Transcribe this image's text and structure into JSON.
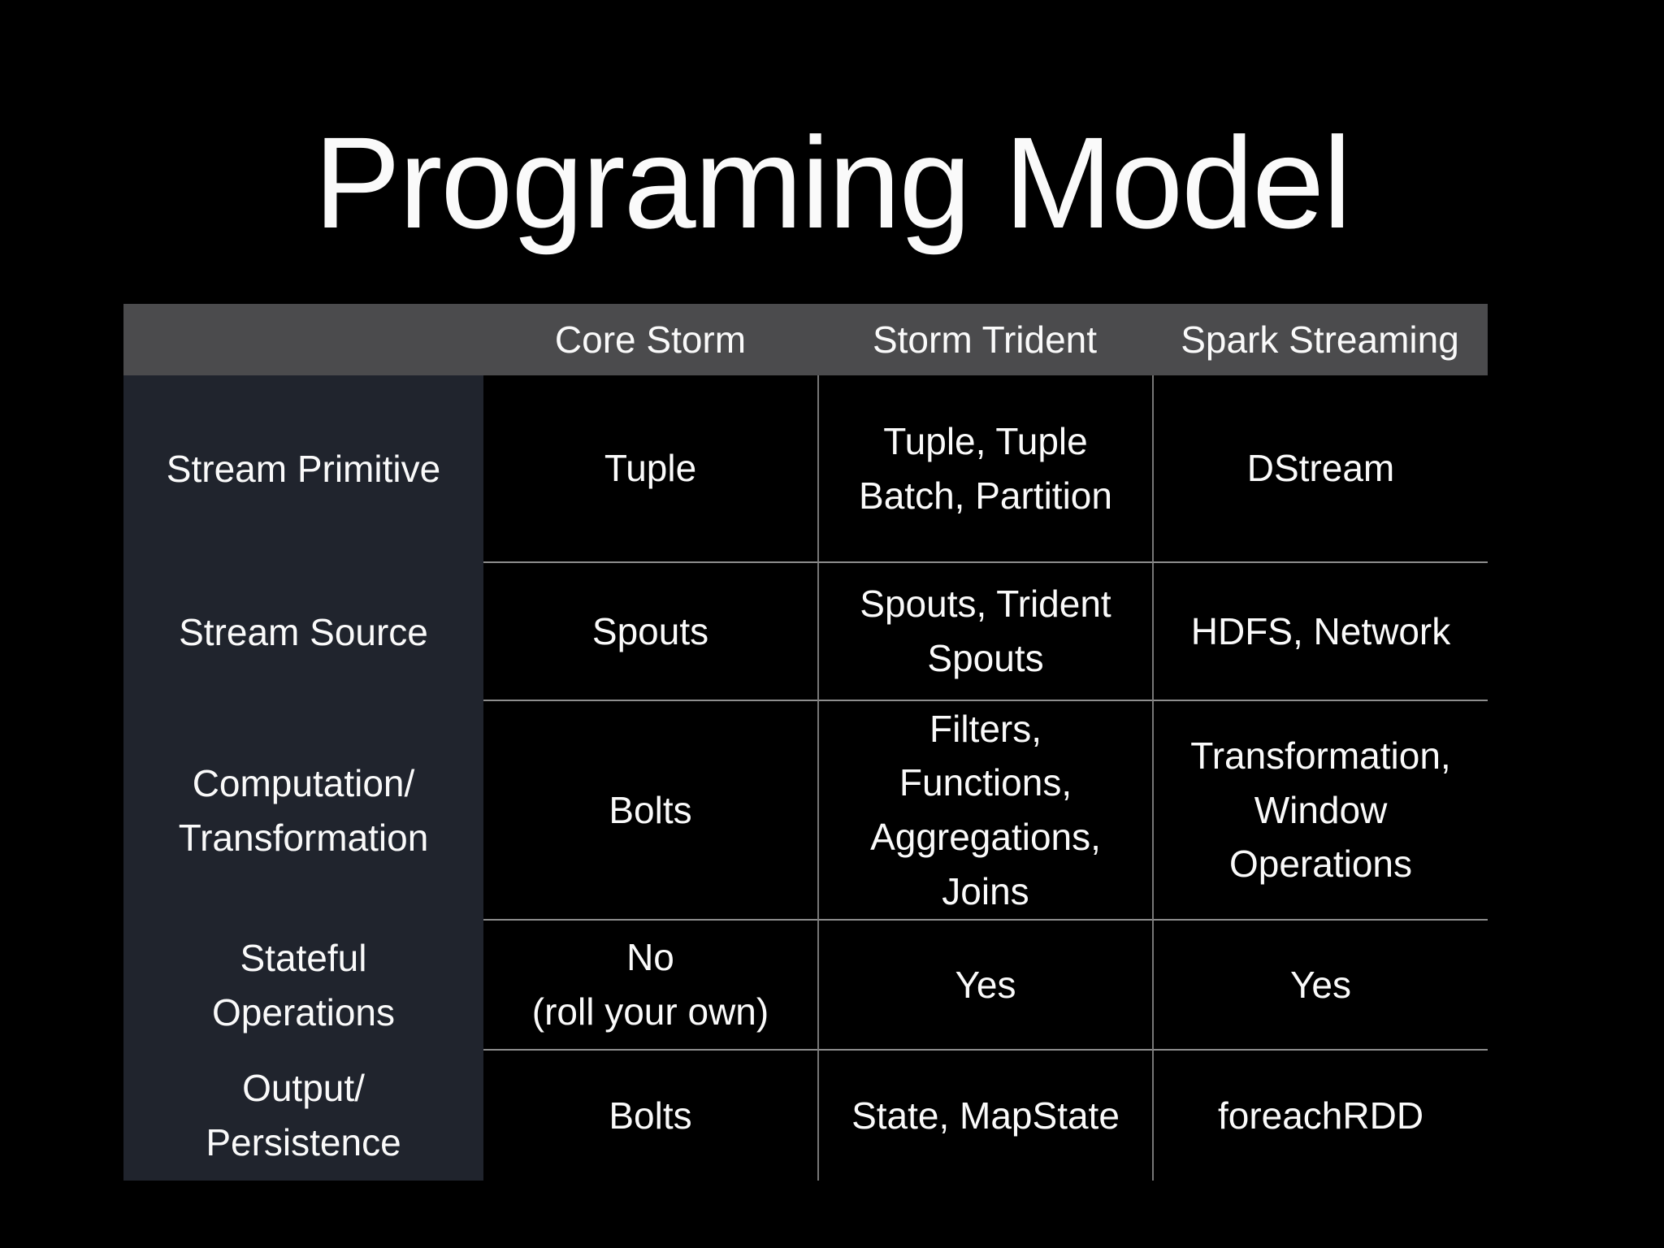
{
  "slide": {
    "title": "Programing Model"
  },
  "table": {
    "columns": [
      "Core Storm",
      "Storm Trident",
      "Spark Streaming"
    ],
    "rows": [
      {
        "label": "Stream Primitive",
        "cells": [
          "Tuple",
          "Tuple, Tuple\nBatch, Partition",
          "DStream"
        ]
      },
      {
        "label": "Stream Source",
        "cells": [
          "Spouts",
          "Spouts, Trident\nSpouts",
          "HDFS, Network"
        ]
      },
      {
        "label": "Computation/\nTransformation",
        "cells": [
          "Bolts",
          "Filters,\nFunctions,\nAggregations,\nJoins",
          "Transformation,\nWindow\nOperations"
        ]
      },
      {
        "label": "Stateful\nOperations",
        "cells": [
          "No\n(roll your own)",
          "Yes",
          "Yes"
        ]
      },
      {
        "label": "Output/\nPersistence",
        "cells": [
          "Bolts",
          "State, MapState",
          "foreachRDD"
        ]
      }
    ]
  },
  "colors": {
    "background": "#000000",
    "header_bg": "#4b4b4d",
    "label_col_bg": "#20242d",
    "h_border": "#8e8e8e",
    "v_border": "#777777",
    "text": "#fafafa"
  }
}
